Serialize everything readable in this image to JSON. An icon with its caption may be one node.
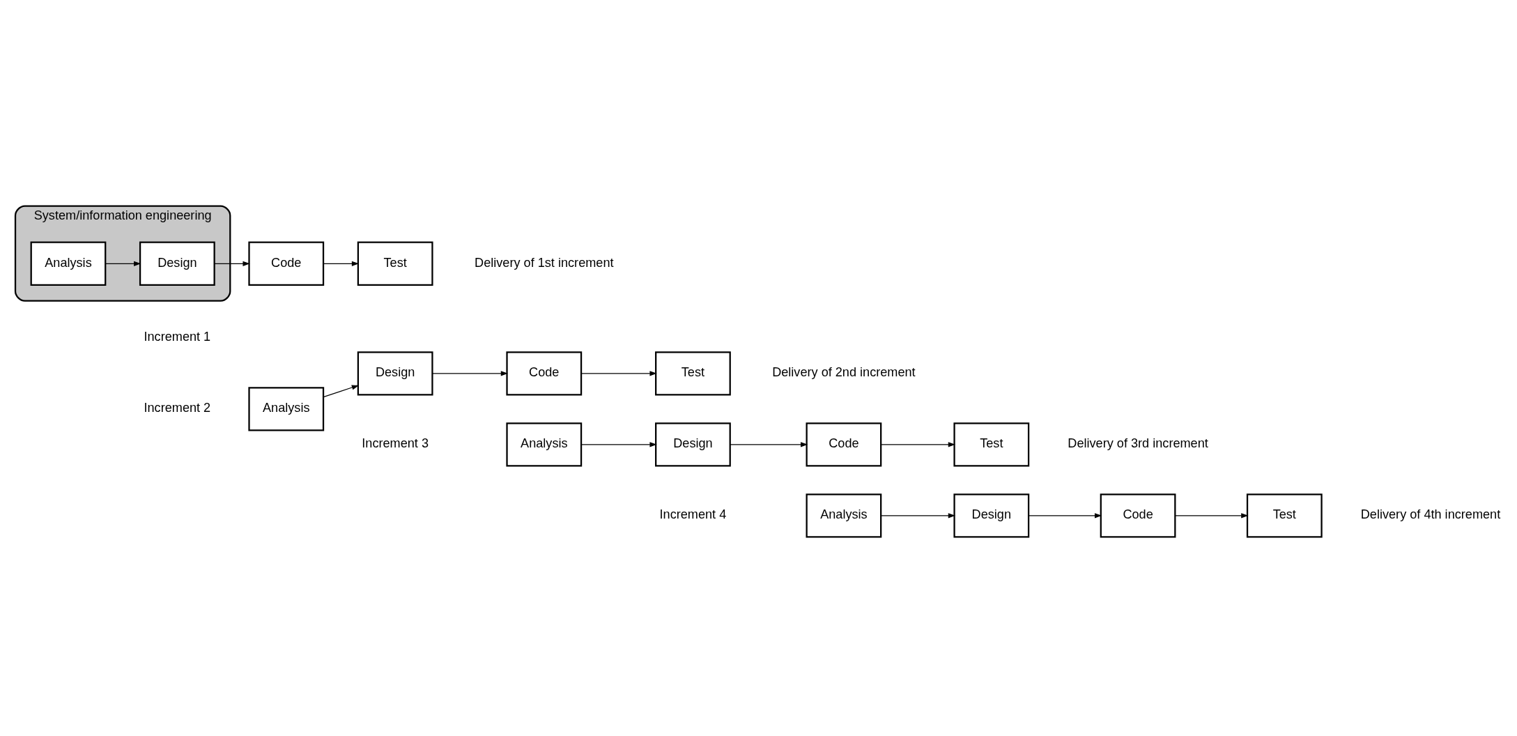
{
  "diagram": {
    "nodes": [
      {
        "text": [
          "System/information engineering"
        ]
      },
      {
        "text": [
          "Analysis"
        ],
        "in": 0
      },
      {
        "text": [
          "Design"
        ],
        "in": 0
      },
      {
        "text": [
          "Code"
        ]
      },
      {
        "text": [
          "Test"
        ]
      },
      {
        "text": [
          "Analysis"
        ]
      },
      {
        "text": [
          "Design"
        ]
      },
      {
        "text": [
          "Code"
        ]
      },
      {
        "text": [
          "Test"
        ]
      },
      {
        "text": [
          "Analysis"
        ]
      },
      {
        "text": [
          "Design"
        ]
      },
      {
        "text": [
          "Code"
        ]
      },
      {
        "text": [
          "Test"
        ]
      },
      {
        "text": [
          "Analysis"
        ]
      },
      {
        "text": [
          "Design"
        ]
      },
      {
        "text": [
          "Code"
        ]
      },
      {
        "text": [
          "Test"
        ]
      }
    ],
    "edges": [
      {
        "from": 1,
        "to": 2,
        "arrow": "to"
      },
      {
        "from": 2,
        "to": 3,
        "arrow": "to"
      },
      {
        "from": 3,
        "to": 4,
        "arrow": "to"
      },
      {
        "from": 5,
        "to": 6,
        "arrow": "to"
      },
      {
        "from": 6,
        "to": 7,
        "arrow": "to"
      },
      {
        "from": 7,
        "to": 8,
        "arrow": "to"
      },
      {
        "from": 9,
        "to": 10,
        "arrow": "to"
      },
      {
        "from": 10,
        "to": 11,
        "arrow": "to"
      },
      {
        "from": 11,
        "to": 12,
        "arrow": "to"
      },
      {
        "from": 13,
        "to": 14,
        "arrow": "to"
      },
      {
        "from": 14,
        "to": 15,
        "arrow": "to"
      },
      {
        "from": 15,
        "to": 16,
        "arrow": "to"
      }
    ],
    "labels": [
      "Increment 1",
      "Delivery of 1st increment",
      "Increment 2",
      "Delivery of 2nd increment",
      "Increment 3",
      "Delivery of 3rd increment",
      "Increment 4",
      "Delivery of 4th increment"
    ]
  }
}
